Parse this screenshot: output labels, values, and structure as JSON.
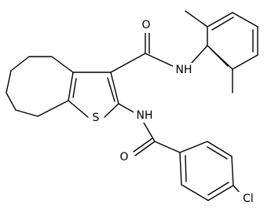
{
  "molecule": {
    "atom_labels": {
      "s": "S",
      "o_amide_top": "O",
      "nh_amide_top": "NH",
      "nh_amide_bottom": "NH",
      "o_amide_bottom": "O",
      "cl": "Cl"
    }
  }
}
